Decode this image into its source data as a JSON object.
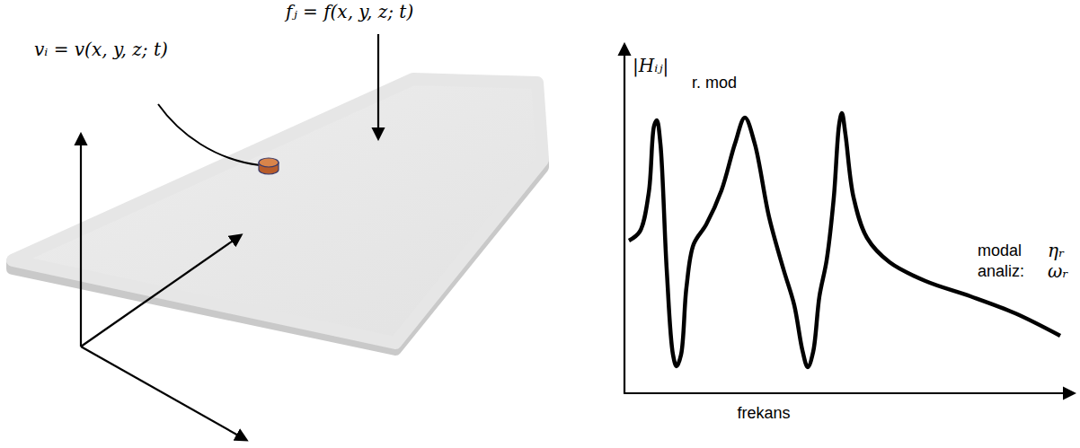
{
  "diagram": {
    "labels": [
      "vᵢ = v(x, y, z; t)",
      "fⱼ = f(x, y, z; t)",
      "|Hᵢⱼ|",
      "r. mod",
      "modal analiz:",
      "ηᵣ",
      "ωᵣ",
      "frekans"
    ]
  }
}
